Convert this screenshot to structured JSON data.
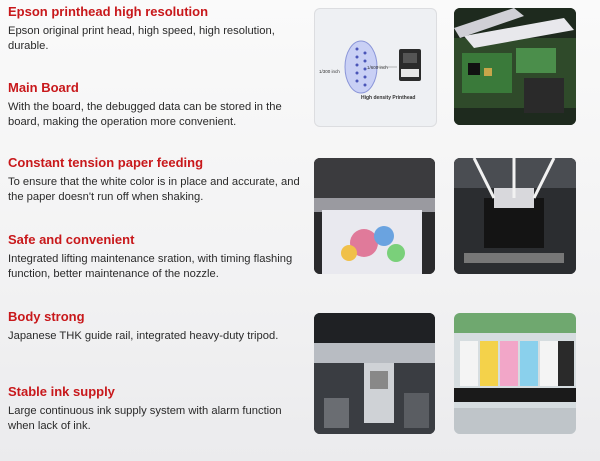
{
  "features": [
    {
      "title": "Epson printhead high resolution",
      "desc": "Epson original print head, high speed, high resolution, durable."
    },
    {
      "title": "Main Board",
      "desc": "With the board, the debugged data can be stored in the board, making the operation more convenient."
    },
    {
      "title": "Constant tension paper feeding",
      "desc": "To ensure that the white color is in place and accurate, and the paper doesn't run off when shaking."
    },
    {
      "title": "Safe and convenient",
      "desc": "Integrated lifting maintenance sration, with timing flashing function, better maintenance of the nozzle."
    },
    {
      "title": "Body strong",
      "desc": "Japanese THK guide rail, integrated heavy-duty tripod."
    },
    {
      "title": "Stable ink supply",
      "desc": "Large continuous ink supply system with alarm function when lack of ink."
    }
  ],
  "printhead_diagram": {
    "label_left": "1/300 inch",
    "label_right": "1/600 inch",
    "caption": "High density Printhead"
  },
  "colors": {
    "heading": "#c8181b",
    "body_text": "#2a2a2a"
  }
}
